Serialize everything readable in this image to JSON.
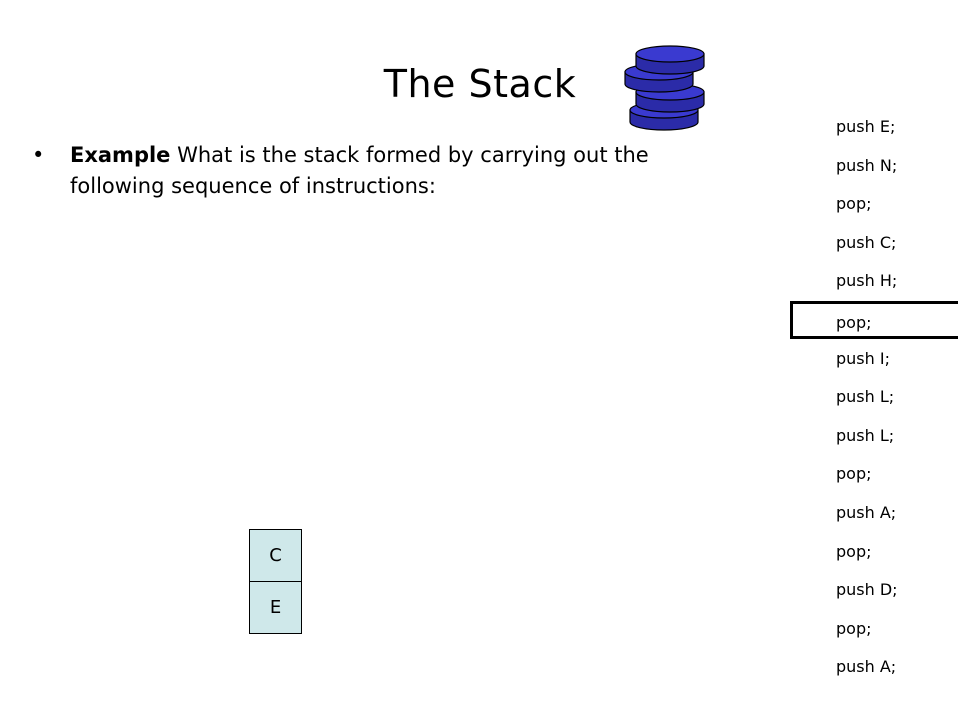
{
  "slide": {
    "title": "The Stack",
    "bullet_symbol": "•",
    "bullet_lead": "Example",
    "bullet_text": " What is the stack formed by carrying out the following sequence of instructions:"
  },
  "instructions": [
    "push E;",
    "push N;",
    "pop;",
    "push C;",
    "push H;",
    "pop;",
    "push I;",
    "push L;",
    "push L;",
    "pop;",
    "push A;",
    "pop;",
    "push D;",
    "pop;",
    "push A;"
  ],
  "highlighted_instruction_index": 5,
  "stack_cells": [
    "C",
    "E"
  ],
  "colors": {
    "icon_fill": "#2b2ba8",
    "icon_top": "#3a3ad0",
    "cell_fill": "#cfe8ea",
    "highlight_border": "#000000"
  },
  "icons": {
    "stack": "database-stack-icon"
  }
}
